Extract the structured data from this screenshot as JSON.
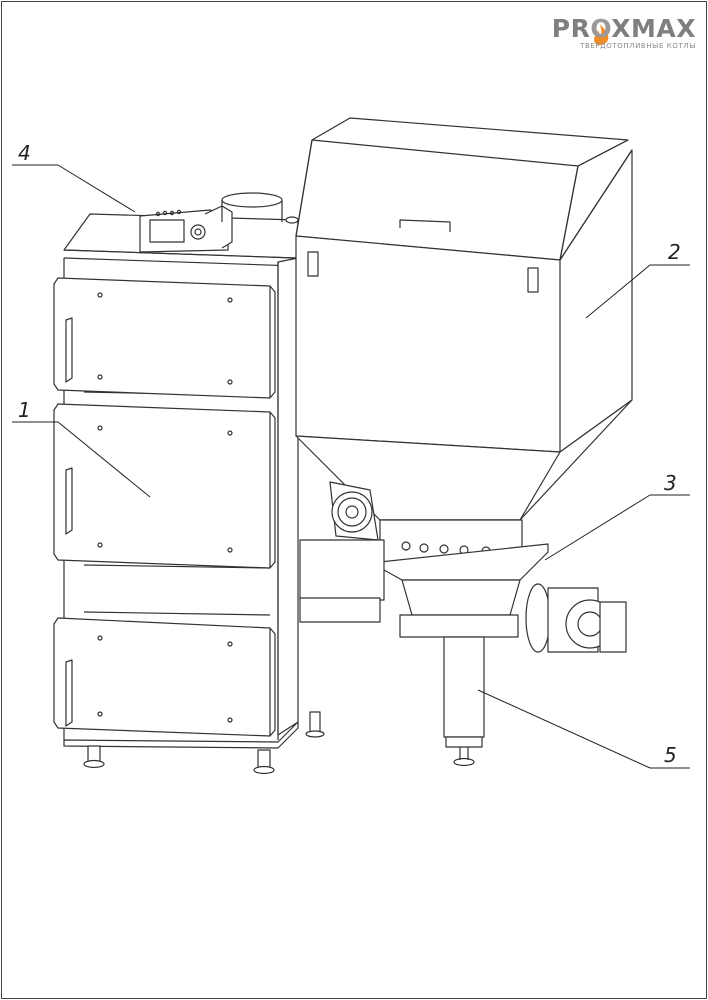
{
  "brand": {
    "name_part1": "PR",
    "name_part2": "O",
    "name_part3": "X",
    "name_part4": "MAX",
    "tagline": "ТВЕРДОТОПЛИВНЫЕ КОТЛЫ",
    "flame_color": "#f28c28",
    "text_color": "#7f7f7f"
  },
  "callouts": [
    {
      "id": "1",
      "label": "1"
    },
    {
      "id": "2",
      "label": "2"
    },
    {
      "id": "3",
      "label": "3"
    },
    {
      "id": "4",
      "label": "4"
    },
    {
      "id": "5",
      "label": "5"
    }
  ],
  "icons": {
    "brand_flame": "flame-icon"
  }
}
